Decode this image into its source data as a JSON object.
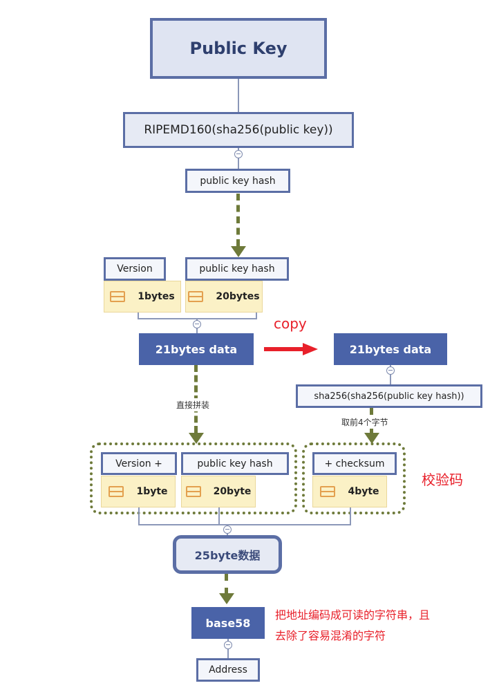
{
  "nodes": {
    "public_key": "Public Key",
    "ripemd": "RIPEMD160(sha256(public key))",
    "pkh_top": "public key hash",
    "version_label": "Version",
    "pkh_label": "public key hash",
    "one_bytes": "1bytes",
    "twenty_bytes": "20bytes",
    "data_left": "21bytes data",
    "data_right": "21bytes data",
    "sha_double": "sha256(sha256(public key hash))",
    "version_plus": "Version +",
    "pkh_bottom": "public key hash",
    "checksum": "+ checksum",
    "one_byte": "1byte",
    "twenty_byte": "20byte",
    "four_byte": "4byte",
    "data25": "25byte数据",
    "base58": "base58",
    "address": "Address"
  },
  "labels": {
    "copy": "copy",
    "direct_concat": "直接拼装",
    "take_first_4": "取前4个字节",
    "checksum_cn": "校验码",
    "base58_note_line1": "把地址编码成可读的字符串，且",
    "base58_note_line2": "去除了容易混淆的字符"
  },
  "colors": {
    "dark_blue": "#4a63a8",
    "border_blue": "#5b6ea5",
    "olive_arrow": "#6e7a3a",
    "red": "#e8202a",
    "yellow": "#fbf1c6"
  }
}
